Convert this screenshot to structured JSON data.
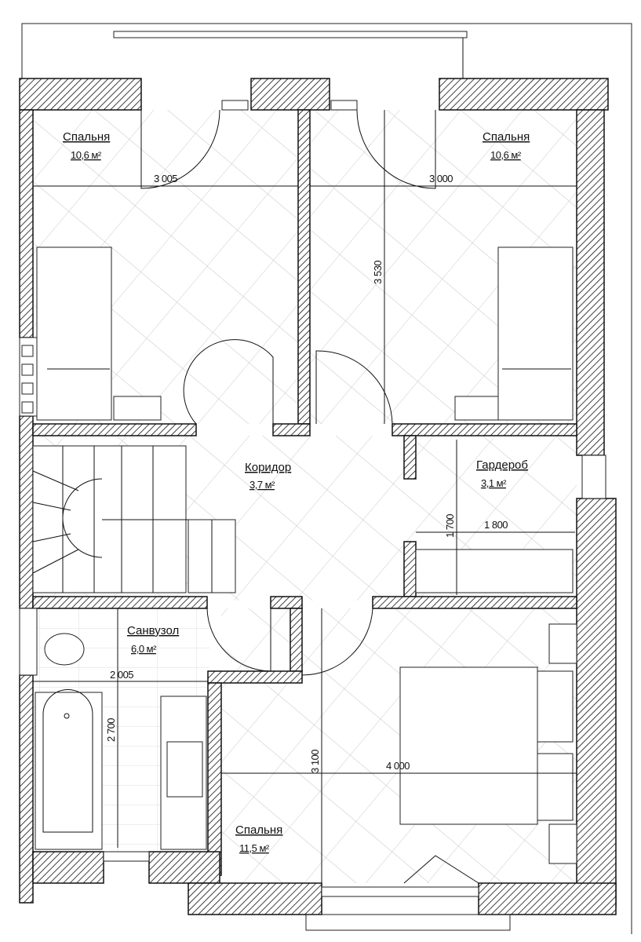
{
  "rooms": {
    "bedroom_top_left": {
      "name": "Спальня",
      "area": "10,6 м²"
    },
    "bedroom_top_right": {
      "name": "Спальня",
      "area": "10,6 м²"
    },
    "corridor": {
      "name": "Коридор",
      "area": "3,7 м²"
    },
    "wardrobe": {
      "name": "Гардероб",
      "area": "3,1 м²"
    },
    "bathroom": {
      "name": "Санвузол",
      "area": "6,0 м²"
    },
    "bedroom_bottom": {
      "name": "Спальня",
      "area": "11,5 м²"
    }
  },
  "dimensions": {
    "top_left_width": "3 005",
    "top_right_width": "3 000",
    "top_right_depth": "3 530",
    "wardrobe_depth": "1 700",
    "wardrobe_width": "1 800",
    "bath_width": "2 005",
    "bath_depth": "2 700",
    "bottom_depth": "3 100",
    "bottom_width": "4 000"
  },
  "colors": {
    "line": "#111111",
    "background": "#ffffff"
  }
}
